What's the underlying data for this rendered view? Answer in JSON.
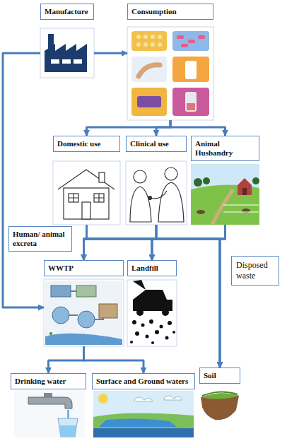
{
  "diagram": {
    "nodes": [
      {
        "text": [
          "Manufacture"
        ]
      },
      {
        "text": [
          "Consumption"
        ]
      },
      {
        "text": [
          "Domestic use"
        ]
      },
      {
        "text": [
          "Clinical use"
        ]
      },
      {
        "text": [
          "Animal Husbandry"
        ]
      },
      {
        "text": [
          "Human/ animal excreta"
        ]
      },
      {
        "text": [
          "WWTP"
        ]
      },
      {
        "text": [
          "Landfill"
        ]
      },
      {
        "text": [
          "Disposed waste"
        ]
      },
      {
        "text": [
          "Drinking water"
        ]
      },
      {
        "text": [
          "Surface and Ground waters"
        ]
      },
      {
        "text": [
          "Soil"
        ]
      }
    ],
    "edges": [
      {
        "from": 0,
        "to": 1,
        "arrow": "to"
      },
      {
        "from": 0,
        "to": 6,
        "arrow": "to"
      },
      {
        "from": 1,
        "to": 2,
        "arrow": "to"
      },
      {
        "from": 1,
        "to": 3,
        "arrow": "to"
      },
      {
        "from": 1,
        "to": 4,
        "arrow": "to"
      },
      {
        "from": 2,
        "to": 6,
        "arrow": "to"
      },
      {
        "from": 2,
        "to": 7,
        "arrow": "to"
      },
      {
        "from": 2,
        "to": 11,
        "arrow": "to"
      },
      {
        "from": 3,
        "to": 6,
        "arrow": "to"
      },
      {
        "from": 3,
        "to": 7,
        "arrow": "to"
      },
      {
        "from": 3,
        "to": 11,
        "arrow": "to"
      },
      {
        "from": 4,
        "to": 6,
        "arrow": "to"
      },
      {
        "from": 4,
        "to": 7,
        "arrow": "to"
      },
      {
        "from": 4,
        "to": 11,
        "arrow": "to"
      },
      {
        "from": 6,
        "to": 9,
        "arrow": "to"
      },
      {
        "from": 6,
        "to": 10,
        "arrow": "to"
      }
    ]
  }
}
